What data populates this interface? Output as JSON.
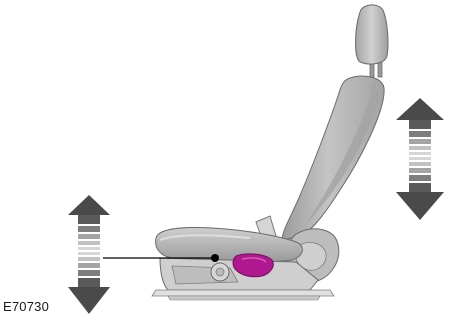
{
  "figure": {
    "code": "E70730",
    "colors": {
      "seat_fill": "#b9b9b9",
      "seat_light": "#d6d6d6",
      "seat_dark": "#8e8e8e",
      "seat_outline": "#6b6b6b",
      "arrow_dark": "#4a4a4a",
      "arrow_band_mid": "#8f8f8f",
      "arrow_band_light": "#d2d2d2",
      "highlight_control": "#b0188f",
      "callout_line": "#000000"
    },
    "elements": {
      "seat": "car-seat-illustration",
      "highlighted_part": "seat-height-adjustment-lever",
      "left_arrow": "vertical-double-arrow",
      "right_arrow": "vertical-double-arrow"
    }
  }
}
